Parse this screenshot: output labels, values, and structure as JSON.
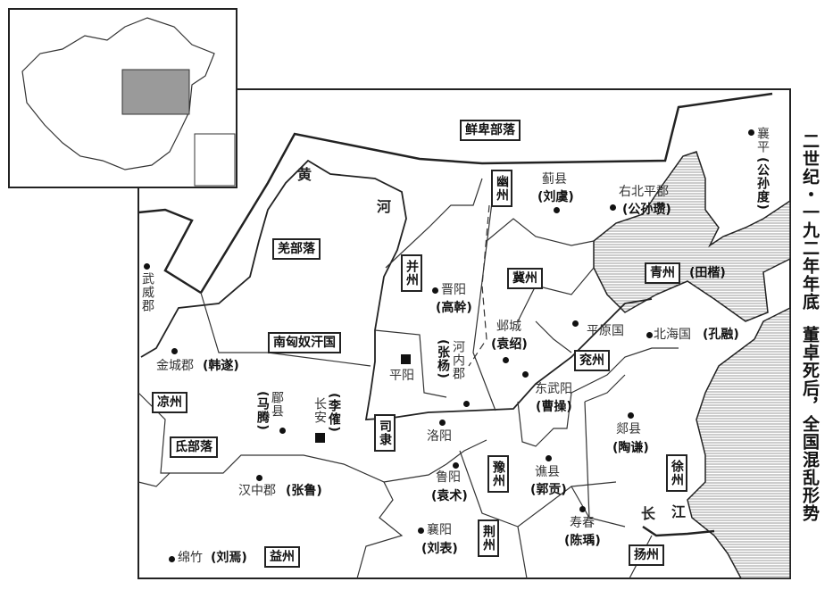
{
  "title": {
    "line1": "二世纪・一九二年年底",
    "line2": "董卓死后，全国混乱形势"
  },
  "tribes": {
    "xianbei": "鲜卑部落",
    "qiang": "羌部落",
    "di": "氐部落",
    "nanxiongnu": "南匈奴汗国"
  },
  "rivers": {
    "huang": "黄",
    "he": "河",
    "chang": "长",
    "jiang": "江"
  },
  "provinces": {
    "bingzhou": "并州",
    "youzhou": "幽州",
    "jizhou": "冀州",
    "qingzhou": "青州",
    "yanzhou": "兖州",
    "liangzhou": "凉州",
    "sili": "司隶",
    "yuzhou": "豫州",
    "xuzhou": "徐州",
    "jingzhou": "荆州",
    "yangzhou": "扬州",
    "yizhou": "益州"
  },
  "places": {
    "jinyang": {
      "name": "晋阳",
      "ruler": "(高幹)"
    },
    "jixian": {
      "name": "蓟县",
      "ruler": "(刘虞)"
    },
    "youbeiping": {
      "name": "右北平郡",
      "ruler": "(公孙瓒)"
    },
    "xiangping": {
      "name": "襄平",
      "ruler": "(公孙度)"
    },
    "qingzhou_ruler": "(田楷)",
    "yecheng": {
      "name": "邺城",
      "ruler": "(袁绍)"
    },
    "pingyuan": {
      "name": "平原国"
    },
    "beihai": {
      "name": "北海国",
      "ruler": "(孔融)"
    },
    "dongwuyang": {
      "name": "东武阳",
      "ruler": "(曹操)"
    },
    "henei": {
      "name": "河内郡",
      "ruler": "(张杨)"
    },
    "pingyang": {
      "name": "平阳"
    },
    "wuwei": {
      "name": "武威郡"
    },
    "jincheng": {
      "name": "金城郡",
      "ruler": "(韩遂)"
    },
    "meixian": {
      "name": "郿县",
      "ruler": "(马腾)"
    },
    "changan": {
      "name": "长安",
      "ruler": "(李傕)"
    },
    "luoyang": {
      "name": "洛阳"
    },
    "hanzhong": {
      "name": "汉中郡",
      "ruler": "(张鲁)"
    },
    "qiaoxian": {
      "name": "谯县",
      "ruler": "(郭贡)"
    },
    "luyang": {
      "name": "鲁阳",
      "ruler": "(袁术)"
    },
    "tanxian": {
      "name": "郯县",
      "ruler": "(陶谦)"
    },
    "shouchun": {
      "name": "寿春",
      "ruler": "(陈瑀)"
    },
    "xiangyang": {
      "name": "襄阳",
      "ruler": "(刘表)"
    },
    "mianzhu": {
      "name": "绵竹",
      "ruler": "(刘焉)"
    }
  },
  "colors": {
    "ink": "#222222",
    "sea": "#bdbdbd",
    "inset_highlight": "#9a9a9a"
  }
}
